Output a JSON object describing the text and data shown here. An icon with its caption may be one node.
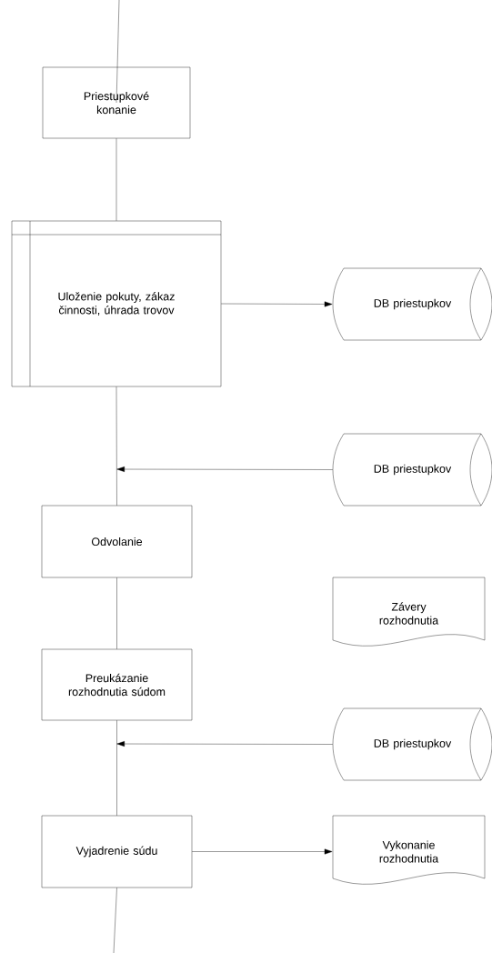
{
  "diagram": {
    "nodes": [
      {
        "text": [
          "Priestupkové konanie"
        ]
      },
      {
        "text": [
          "Uloženie pokuty, zákaz činnosti, úhrada trovov"
        ]
      },
      {
        "text": [
          "DB priestupkov"
        ]
      },
      {
        "text": [
          "DB priestupkov"
        ]
      },
      {
        "text": [
          "Odvolanie"
        ]
      },
      {
        "text": [
          "Závery rozhodnutia"
        ]
      },
      {
        "text": [
          "Preukázanie rozhodnutia súdom"
        ]
      },
      {
        "text": [
          "DB priestupkov"
        ]
      },
      {
        "text": [
          "Vyjadrenie súdu"
        ]
      },
      {
        "text": [
          "Vykonanie rozhodnutia"
        ]
      }
    ],
    "edges": [
      {
        "from": null,
        "to": 0,
        "arrow": "none"
      },
      {
        "from": 0,
        "to": 1,
        "arrow": "none"
      },
      {
        "from": 1,
        "to": 2,
        "arrow": "to"
      },
      {
        "from": 1,
        "to": 4,
        "arrow": "none"
      },
      {
        "from": 3,
        "to": null,
        "arrow": "to"
      },
      {
        "from": 4,
        "to": 6,
        "arrow": "none"
      },
      {
        "from": 7,
        "to": null,
        "arrow": "to"
      },
      {
        "from": 6,
        "to": 8,
        "arrow": "none"
      },
      {
        "from": 8,
        "to": 9,
        "arrow": "to"
      },
      {
        "from": 8,
        "to": null,
        "arrow": "none"
      }
    ]
  }
}
